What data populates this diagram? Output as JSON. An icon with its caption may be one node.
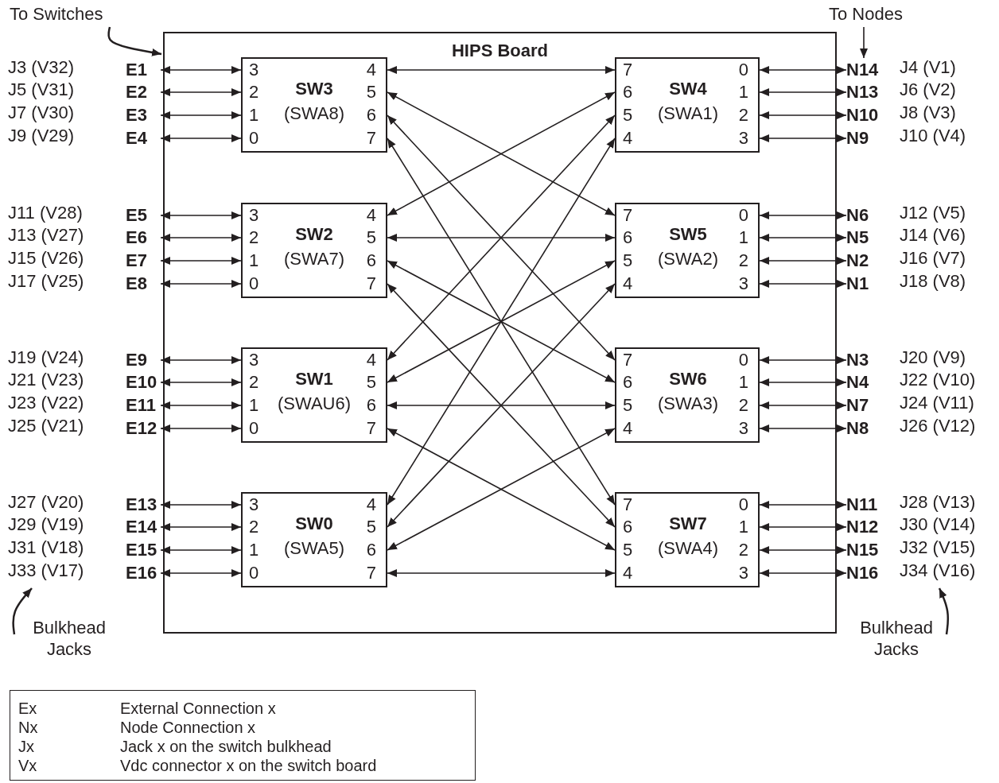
{
  "diagram": {
    "nodes": [
      {
        "text": [
          "HIPS Board"
        ]
      },
      {
        "text": [
          "3",
          "2",
          "1",
          "0",
          "SW3",
          "(SWA8)",
          "4",
          "5",
          "6",
          "7"
        ],
        "in": 0
      },
      {
        "text": [
          "7",
          "6",
          "5",
          "4",
          "SW4",
          "(SWA1)",
          "0",
          "1",
          "2",
          "3"
        ],
        "in": 0
      },
      {
        "text": [
          "3",
          "2",
          "1",
          "0",
          "SW2",
          "(SWA7)",
          "4",
          "5",
          "6",
          "7"
        ],
        "in": 0
      },
      {
        "text": [
          "7",
          "6",
          "5",
          "4",
          "SW5",
          "(SWA2)",
          "0",
          "1",
          "2",
          "3"
        ],
        "in": 0
      },
      {
        "text": [
          "3",
          "2",
          "1",
          "0",
          "SW1",
          "(SWAU6)",
          "4",
          "5",
          "6",
          "7"
        ],
        "in": 0
      },
      {
        "text": [
          "7",
          "6",
          "5",
          "4",
          "SW6",
          "(SWA3)",
          "0",
          "1",
          "2",
          "3"
        ],
        "in": 0
      },
      {
        "text": [
          "3",
          "2",
          "1",
          "0",
          "SW0",
          "(SWA5)",
          "4",
          "5",
          "6",
          "7"
        ],
        "in": 0
      },
      {
        "text": [
          "7",
          "6",
          "5",
          "4",
          "SW7",
          "(SWA4)",
          "0",
          "1",
          "2",
          "3"
        ],
        "in": 0
      },
      {
        "text": [
          "E1"
        ],
        "beside": [
          "J3 (V32)"
        ]
      },
      {
        "text": [
          "E2"
        ],
        "beside": [
          "J5 (V31)"
        ]
      },
      {
        "text": [
          "E3"
        ],
        "beside": [
          "J7 (V30)"
        ]
      },
      {
        "text": [
          "E4"
        ],
        "beside": [
          "J9 (V29)"
        ]
      },
      {
        "text": [
          "E5"
        ],
        "beside": [
          "J11 (V28)"
        ]
      },
      {
        "text": [
          "E6"
        ],
        "beside": [
          "J13 (V27)"
        ]
      },
      {
        "text": [
          "E7"
        ],
        "beside": [
          "J15 (V26)"
        ]
      },
      {
        "text": [
          "E8"
        ],
        "beside": [
          "J17 (V25)"
        ]
      },
      {
        "text": [
          "E9"
        ],
        "beside": [
          "J19 (V24)"
        ]
      },
      {
        "text": [
          "E10"
        ],
        "beside": [
          "J21 (V23)"
        ]
      },
      {
        "text": [
          "E11"
        ],
        "beside": [
          "J23 (V22)"
        ]
      },
      {
        "text": [
          "E12"
        ],
        "beside": [
          "J25 (V21)"
        ]
      },
      {
        "text": [
          "E13"
        ],
        "beside": [
          "J27 (V20)"
        ]
      },
      {
        "text": [
          "E14"
        ],
        "beside": [
          "J29 (V19)"
        ]
      },
      {
        "text": [
          "E15"
        ],
        "beside": [
          "J31 (V18)"
        ]
      },
      {
        "text": [
          "E16"
        ],
        "beside": [
          "J33 (V17)"
        ]
      },
      {
        "text": [
          "N14"
        ],
        "beside": [
          "J4 (V1)"
        ]
      },
      {
        "text": [
          "N13"
        ],
        "beside": [
          "J6 (V2)"
        ]
      },
      {
        "text": [
          "N10"
        ],
        "beside": [
          "J8 (V3)"
        ]
      },
      {
        "text": [
          "N9"
        ],
        "beside": [
          "J10 (V4)"
        ]
      },
      {
        "text": [
          "N6"
        ],
        "beside": [
          "J12 (V5)"
        ]
      },
      {
        "text": [
          "N5"
        ],
        "beside": [
          "J14 (V6)"
        ]
      },
      {
        "text": [
          "N2"
        ],
        "beside": [
          "J16 (V7)"
        ]
      },
      {
        "text": [
          "N1"
        ],
        "beside": [
          "J18 (V8)"
        ]
      },
      {
        "text": [
          "N3"
        ],
        "beside": [
          "J20 (V9)"
        ]
      },
      {
        "text": [
          "N4"
        ],
        "beside": [
          "J22 (V10)"
        ]
      },
      {
        "text": [
          "N7"
        ],
        "beside": [
          "J24 (V11)"
        ]
      },
      {
        "text": [
          "N8"
        ],
        "beside": [
          "J26 (V12)"
        ]
      },
      {
        "text": [
          "N11"
        ],
        "beside": [
          "J28 (V13)"
        ]
      },
      {
        "text": [
          "N12"
        ],
        "beside": [
          "J30 (V14)"
        ]
      },
      {
        "text": [
          "N15"
        ],
        "beside": [
          "J32 (V15)"
        ]
      },
      {
        "text": [
          "N16"
        ],
        "beside": [
          "J34 (V16)"
        ]
      },
      {
        "text": [
          "To Switches"
        ]
      },
      {
        "text": [
          "To Nodes"
        ]
      },
      {
        "text": [
          "Bulkhead Jacks"
        ]
      },
      {
        "text": [
          "Bulkhead Jacks"
        ]
      },
      {
        "text": [
          "Ex",
          "External Connection x",
          "Nx",
          "Node Connection x",
          "Jx",
          "Jack x on the switch bulkhead",
          "Vx",
          "Vdc connector x on the switch board"
        ]
      }
    ],
    "edges": [
      {
        "from": 41,
        "to": 0,
        "arrow": "to"
      },
      {
        "from": 42,
        "to": 25,
        "arrow": "to"
      },
      {
        "from": 43,
        "to": 24,
        "arrow": "to"
      },
      {
        "from": 44,
        "to": 40,
        "arrow": "to"
      },
      {
        "from": 9,
        "to": 1,
        "arrow": "both"
      },
      {
        "from": 10,
        "to": 1,
        "arrow": "both"
      },
      {
        "from": 11,
        "to": 1,
        "arrow": "both"
      },
      {
        "from": 12,
        "to": 1,
        "arrow": "both"
      },
      {
        "from": 13,
        "to": 3,
        "arrow": "both"
      },
      {
        "from": 14,
        "to": 3,
        "arrow": "both"
      },
      {
        "from": 15,
        "to": 3,
        "arrow": "both"
      },
      {
        "from": 16,
        "to": 3,
        "arrow": "both"
      },
      {
        "from": 17,
        "to": 5,
        "arrow": "both"
      },
      {
        "from": 18,
        "to": 5,
        "arrow": "both"
      },
      {
        "from": 19,
        "to": 5,
        "arrow": "both"
      },
      {
        "from": 20,
        "to": 5,
        "arrow": "both"
      },
      {
        "from": 21,
        "to": 7,
        "arrow": "both"
      },
      {
        "from": 22,
        "to": 7,
        "arrow": "both"
      },
      {
        "from": 23,
        "to": 7,
        "arrow": "both"
      },
      {
        "from": 24,
        "to": 7,
        "arrow": "both"
      },
      {
        "from": 2,
        "to": 25,
        "arrow": "both"
      },
      {
        "from": 2,
        "to": 26,
        "arrow": "both"
      },
      {
        "from": 2,
        "to": 27,
        "arrow": "both"
      },
      {
        "from": 2,
        "to": 28,
        "arrow": "both"
      },
      {
        "from": 4,
        "to": 29,
        "arrow": "both"
      },
      {
        "from": 4,
        "to": 30,
        "arrow": "both"
      },
      {
        "from": 4,
        "to": 31,
        "arrow": "both"
      },
      {
        "from": 4,
        "to": 32,
        "arrow": "both"
      },
      {
        "from": 6,
        "to": 33,
        "arrow": "both"
      },
      {
        "from": 6,
        "to": 34,
        "arrow": "both"
      },
      {
        "from": 6,
        "to": 35,
        "arrow": "both"
      },
      {
        "from": 6,
        "to": 36,
        "arrow": "both"
      },
      {
        "from": 8,
        "to": 37,
        "arrow": "both"
      },
      {
        "from": 8,
        "to": 38,
        "arrow": "both"
      },
      {
        "from": 8,
        "to": 39,
        "arrow": "both"
      },
      {
        "from": 8,
        "to": 40,
        "arrow": "both"
      },
      {
        "from": 1,
        "to": 2,
        "arrow": "both"
      },
      {
        "from": 1,
        "to": 4,
        "arrow": "both"
      },
      {
        "from": 1,
        "to": 6,
        "arrow": "both"
      },
      {
        "from": 1,
        "to": 8,
        "arrow": "both"
      },
      {
        "from": 3,
        "to": 2,
        "arrow": "both"
      },
      {
        "from": 3,
        "to": 4,
        "arrow": "both"
      },
      {
        "from": 3,
        "to": 6,
        "arrow": "both"
      },
      {
        "from": 3,
        "to": 8,
        "arrow": "both"
      },
      {
        "from": 5,
        "to": 2,
        "arrow": "both"
      },
      {
        "from": 5,
        "to": 4,
        "arrow": "both"
      },
      {
        "from": 5,
        "to": 6,
        "arrow": "both"
      },
      {
        "from": 5,
        "to": 8,
        "arrow": "both"
      },
      {
        "from": 7,
        "to": 2,
        "arrow": "both"
      },
      {
        "from": 7,
        "to": 4,
        "arrow": "both"
      },
      {
        "from": 7,
        "to": 6,
        "arrow": "both"
      },
      {
        "from": 7,
        "to": 8,
        "arrow": "both"
      }
    ]
  }
}
